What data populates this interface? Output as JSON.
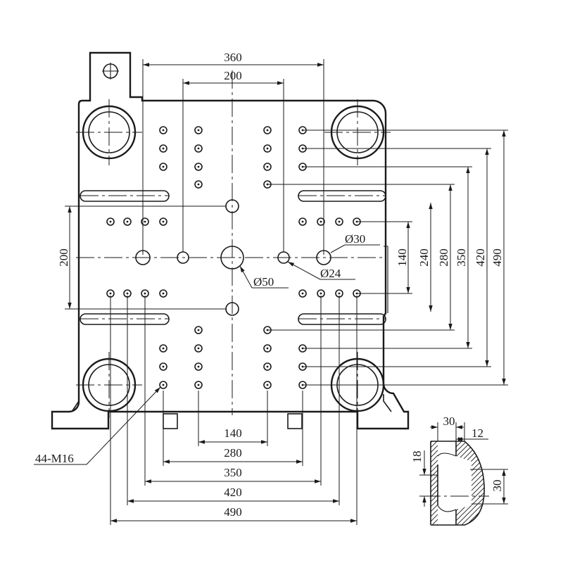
{
  "drawing": {
    "top_dims": [
      "360",
      "200"
    ],
    "right_dims": [
      "140",
      "240",
      "280",
      "350",
      "420",
      "490"
    ],
    "left_dims": [
      "200"
    ],
    "bottom_dims": [
      "140",
      "280",
      "350",
      "420",
      "490"
    ],
    "diameter_labels": {
      "d30": "Ø30",
      "d24": "Ø24",
      "d50": "Ø50"
    },
    "thread_callout": "44-M16",
    "slot_detail": {
      "width_top": "30",
      "offset": "12",
      "depth": "18",
      "height": "30"
    }
  }
}
